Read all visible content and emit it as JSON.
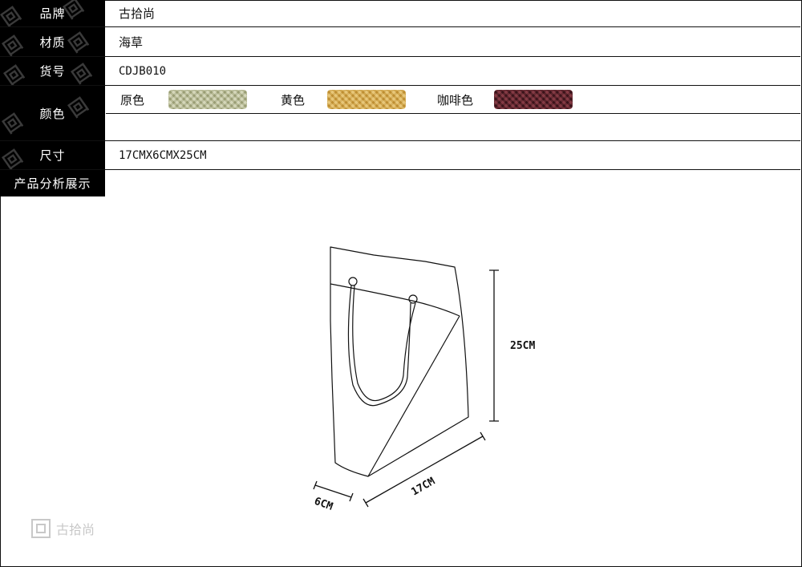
{
  "rows": {
    "brand": {
      "label": "品牌",
      "value": "古拾尚"
    },
    "material": {
      "label": "材质",
      "value": "海草"
    },
    "sku": {
      "label": "货号",
      "value": "CDJB010"
    },
    "color": {
      "label": "颜色",
      "options": [
        {
          "name": "原色",
          "swatch_color": "#b9bd8c"
        },
        {
          "name": "黄色",
          "swatch_color": "#d6a743"
        },
        {
          "name": "咖啡色",
          "swatch_color": "#5a1e28"
        }
      ]
    },
    "size": {
      "label": "尺寸",
      "value": "17CMX6CMX25CM"
    },
    "showcase": {
      "label": "产品分析展示"
    }
  },
  "diagram": {
    "height_label": "25CM",
    "width_label": "17CM",
    "depth_label": "6CM"
  },
  "watermark": {
    "text": "古拾尚"
  }
}
